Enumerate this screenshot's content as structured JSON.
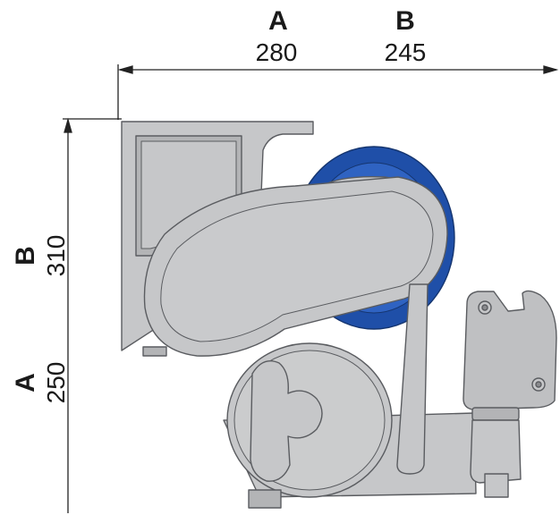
{
  "dimensions": {
    "horizontal": [
      {
        "letter": "A",
        "value": "280"
      },
      {
        "letter": "B",
        "value": "245"
      }
    ],
    "vertical": [
      {
        "letter": "B",
        "value": "310"
      },
      {
        "letter": "A",
        "value": "250"
      }
    ]
  },
  "colors": {
    "body": "#c6c7c9",
    "body_shade": "#b3b4b6",
    "outline": "#5a5c60",
    "spool_blue": "#1f4fa8",
    "dimension_line": "#222222"
  }
}
